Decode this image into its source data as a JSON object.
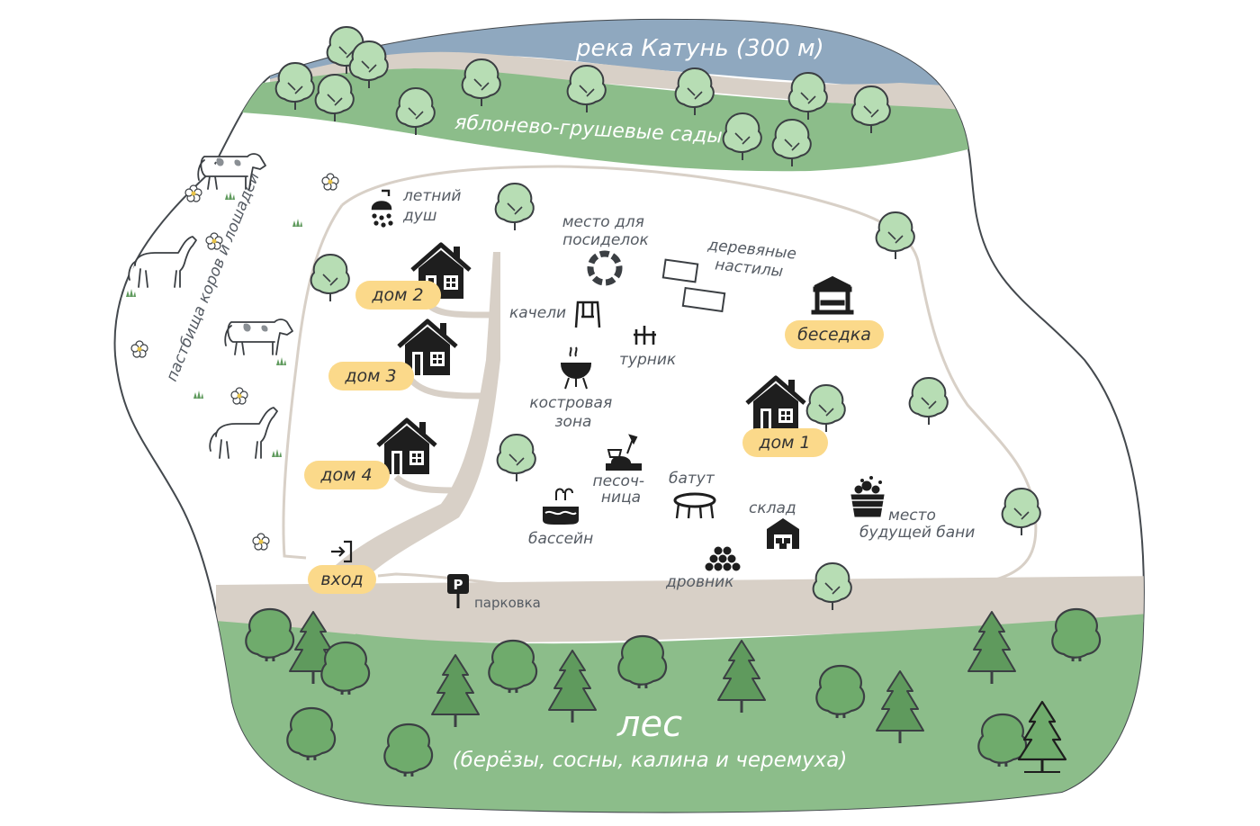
{
  "colors": {
    "river": "#8fa8bf",
    "grass": "#8cbd8a",
    "path": "#d8d0c7",
    "label_pill": "#fbd98a",
    "icon": "#1e1e1e",
    "text": "#555b63",
    "tree_fill": "#b7ddb4",
    "tree_stroke": "#3b3f43",
    "pine_fill": "#5f9a5d"
  },
  "labels": {
    "river": "река Катунь (300 м)",
    "orchards": "яблонево-грушевые сады",
    "pasture": "пастбища коров и лошадей",
    "forest_title": "лес",
    "forest_subtitle": "(берёзы, сосны, калина и черемуха)",
    "summer_shower": [
      "летний",
      "душ"
    ],
    "gathering_place": [
      "место для",
      "посиделок"
    ],
    "wooden_decks": [
      "деревяные",
      "настилы"
    ],
    "swing": "качели",
    "horizontal_bar": "турник",
    "fire_zone": [
      "костровая",
      "зона"
    ],
    "sandbox": [
      "песоч-",
      "ница"
    ],
    "trampoline": "батут",
    "pool": "бассейн",
    "storage": "склад",
    "woodshed": "дровник",
    "future_sauna": [
      "место",
      "будущей бани"
    ],
    "parking": "парковка",
    "parking_sign": "P"
  },
  "pills": {
    "house_1": "дом 1",
    "house_2": "дом 2",
    "house_3": "дом 3",
    "house_4": "дом 4",
    "gazebo": "беседка",
    "entrance": "вход"
  },
  "icons": {
    "house": "house-icon",
    "shower": "shower-icon",
    "ring": "lifebuoy-icon",
    "swing": "swing-icon",
    "bar": "horizontal-bar-icon",
    "grill": "grill-icon",
    "sandbox": "sandbox-icon",
    "trampoline": "trampoline-icon",
    "pool": "pool-icon",
    "storage": "storage-icon",
    "woodpile": "woodpile-icon",
    "sauna": "sauna-icon",
    "gazebo": "gazebo-icon",
    "entrance": "entrance-icon",
    "parking": "parking-sign-icon",
    "cow": "cow-icon",
    "horse": "horse-icon",
    "flower": "flower-icon"
  }
}
